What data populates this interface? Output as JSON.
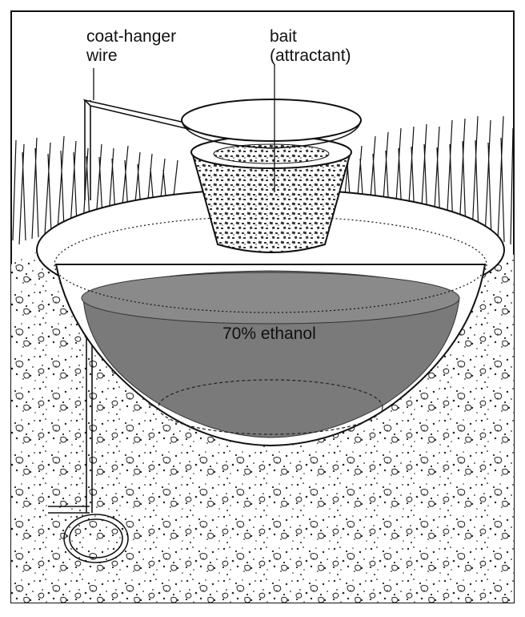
{
  "labels": {
    "hanger_line1": "coat-hanger",
    "hanger_line2": "wire",
    "bait_line1": "bait",
    "bait_line2": "(attractant)",
    "ethanol": "70% ethanol"
  },
  "colors": {
    "ink": "#111111",
    "paper": "#ffffff",
    "ethanol_fill": "#7a7a7a",
    "soil_dot": "#222222"
  }
}
